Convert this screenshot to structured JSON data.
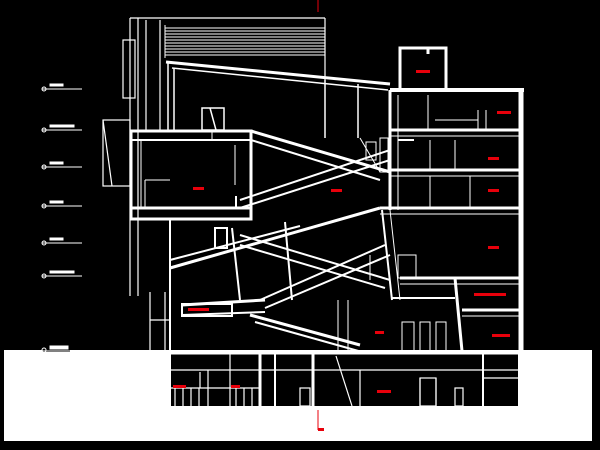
{
  "drawing": {
    "kind": "architectural building section",
    "colors": {
      "background": "#000000",
      "linework": "#ffffff",
      "room_tags": "#e8000b",
      "ground_fill": "#ffffff"
    },
    "level_marker_count": 7,
    "room_tag_count": 15,
    "labels_legible": false
  }
}
